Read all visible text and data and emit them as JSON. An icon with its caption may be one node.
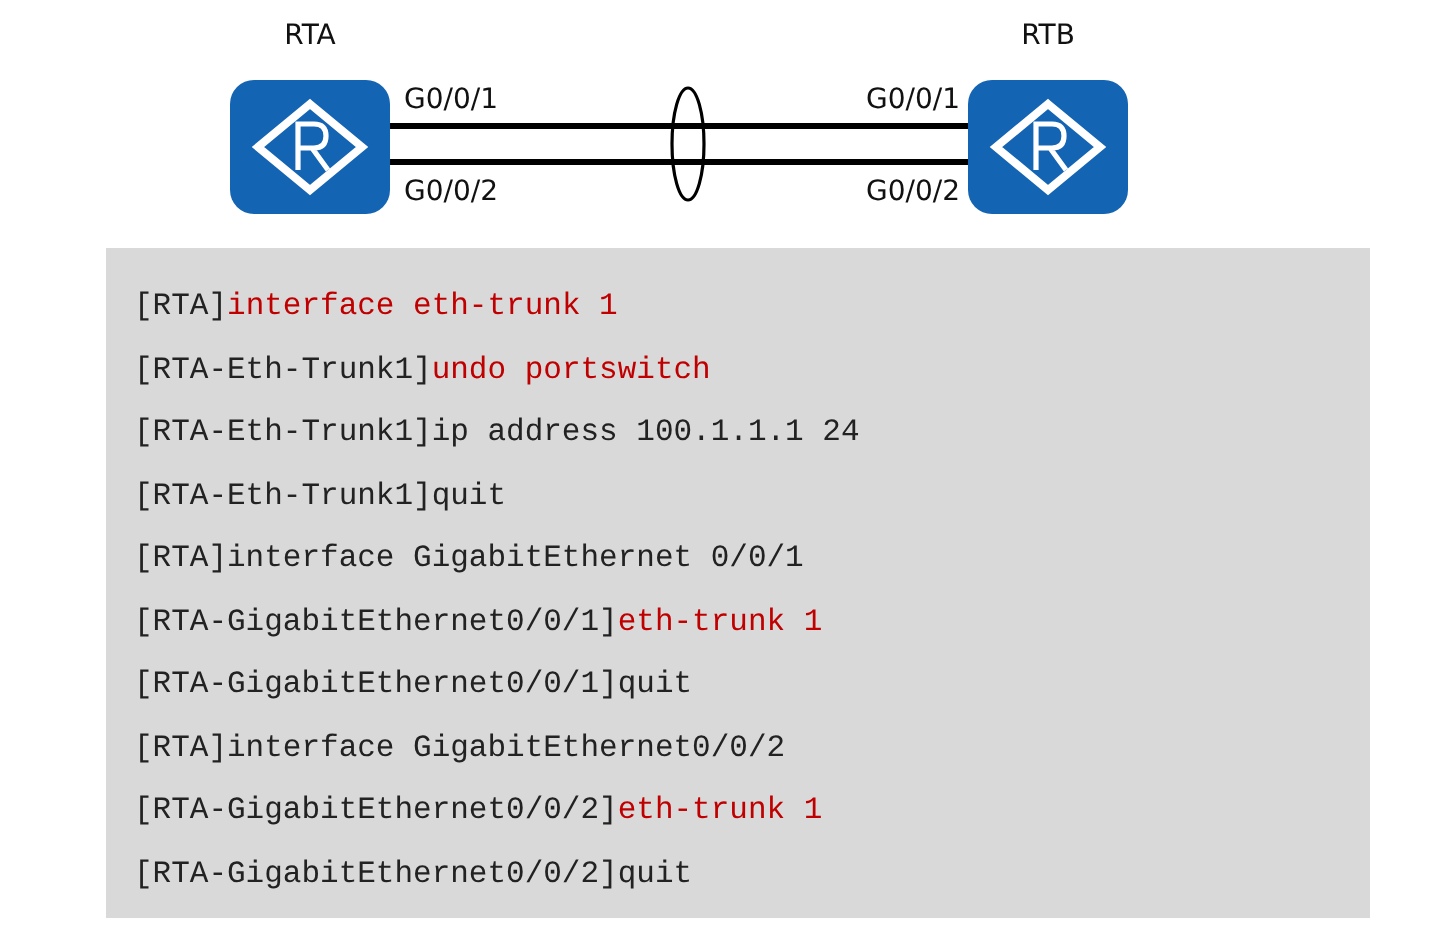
{
  "diagram": {
    "nodes": [
      {
        "text": [
          "RTA"
        ]
      },
      {
        "text": [
          "RTB"
        ]
      },
      {
        "text": [
          "[RTA]interface eth-trunk 1",
          "[RTA-Eth-Trunk1]undo portswitch",
          "[RTA-Eth-Trunk1]ip address 100.1.1.1 24",
          "[RTA-Eth-Trunk1]quit",
          "[RTA]interface GigabitEthernet 0/0/1",
          "[RTA-GigabitEthernet0/0/1]eth-trunk 1",
          "[RTA-GigabitEthernet0/0/1]quit",
          "[RTA]interface GigabitEthernet0/0/2",
          "[RTA-GigabitEthernet0/0/2]eth-trunk 1",
          "[RTA-GigabitEthernet0/0/2]quit"
        ]
      }
    ],
    "edges": [
      {
        "from": 0,
        "to": 1,
        "arrow": "none"
      },
      {
        "from": 0,
        "to": 1,
        "arrow": "none"
      }
    ],
    "labels": [
      "G0/0/1",
      "G0/0/1",
      "G0/0/2",
      "G0/0/2"
    ]
  }
}
